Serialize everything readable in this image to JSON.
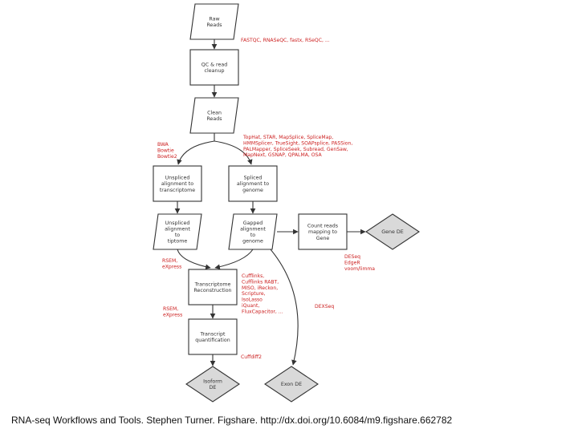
{
  "colors": {
    "node_fill": "#ffffff",
    "decision_fill": "#d9d9d9",
    "stroke": "#333333",
    "tool_text": "#cc1f1f"
  },
  "nodes": {
    "raw_reads": [
      "Raw",
      "Reads"
    ],
    "qc_cleanup": [
      "QC & read",
      "cleanup"
    ],
    "clean_reads": [
      "Clean",
      "Reads"
    ],
    "unspliced_alignment": [
      "Unspliced",
      "alignment to",
      "transcriptome"
    ],
    "spliced_alignment": [
      "Spliced",
      "alignment to",
      "genome"
    ],
    "unspliced_mapped": [
      "Unspliced",
      "alignment",
      "to",
      "tiptome"
    ],
    "spliced_mapped": [
      "Gapped",
      "alignment",
      "to",
      "genome"
    ],
    "count_reads": [
      "Count reads",
      "mapping to",
      "Gene"
    ],
    "gene_de": [
      "Gene DE"
    ],
    "transcriptome_reconstruction": [
      "Transcriptome",
      "Reconstruction"
    ],
    "transcript_quantification": [
      "Transcript",
      "quantification"
    ],
    "isoform_de": [
      "Isoform",
      "DE"
    ],
    "exon_de": [
      "Exon DE"
    ]
  },
  "tools": {
    "qc": [
      "FASTQC, RNASeQC, fastx, RSeQC, ..."
    ],
    "unspliced_aligners": [
      "BWA",
      "Bowtie",
      "Bowtie2"
    ],
    "spliced_aligners": [
      "TopHat, STAR, MapSplice, SpliceMap,",
      "HMMSplicer, TrueSight, SOAPsplice, PASSion,",
      "PALMapper, SpliceSeek, Subread, GenSaw,",
      "MapNext, GSNAP, QPALMA, OSA"
    ],
    "gene_de": [
      "DESeq",
      "EdgeR",
      "voom/limma"
    ],
    "express_1": [
      "RSEM,",
      "eXpress"
    ],
    "reconstruction": [
      "Cufflinks,",
      "Cufflinks RABT,",
      "MISO, iReckon,",
      "Scripture,",
      "IsoLasso",
      "iQuant,",
      "FluxCapacitor, ..."
    ],
    "express_2": [
      "RSEM,",
      "eXpress"
    ],
    "dexseq": [
      "DEXSeq"
    ],
    "cuffdiff": [
      "Cuffdiff2"
    ]
  },
  "caption": "RNA-seq Workflows and Tools. Stephen Turner. Figshare. http://dx.doi.org/10.6084/m9.figshare.662782"
}
